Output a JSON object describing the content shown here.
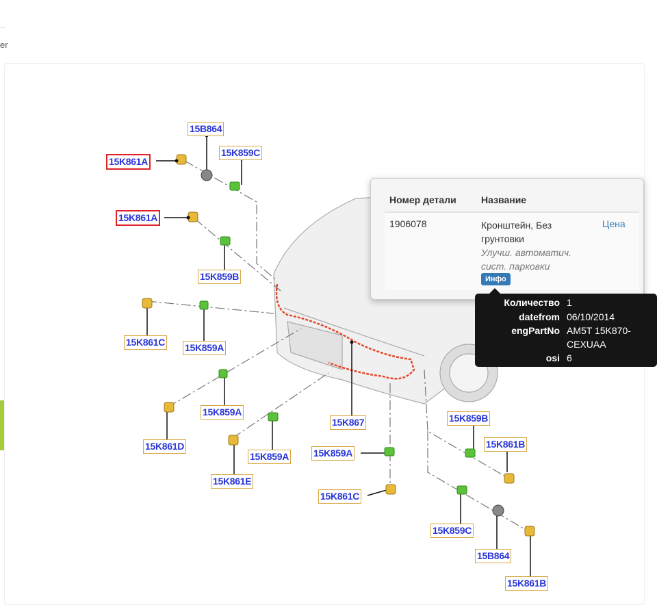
{
  "sidebar": {
    "partial_text": "er"
  },
  "diagram": {
    "labels": [
      "15B864",
      "15K859C",
      "15K861A",
      "15K861A",
      "15K859B",
      "15K861C",
      "15K859A",
      "15K859A",
      "15K861D",
      "15K867",
      "15K859A",
      "15K861E",
      "15K859A",
      "15K861C",
      "15K859B",
      "15K861B",
      "15K859C",
      "15B864",
      "15K861B"
    ]
  },
  "popover": {
    "col_part_number": "Номер детали",
    "col_name": "Название",
    "part_number": "1906078",
    "name_line1": "Кронштейн, Без",
    "name_line2": "грунтовки",
    "note_line1": "Улучш. автоматич.",
    "note_line2": "сист. парковки",
    "info_button": "Инфо",
    "price_link": "Цена"
  },
  "tooltip": {
    "qty_key": "Количество",
    "qty_val": "1",
    "datefrom_key": "datefrom",
    "datefrom_val": "06/10/2014",
    "eng_key": "engPartNo",
    "eng_val1": "AM5T 15K870-",
    "eng_val2": "CEXUAA",
    "osi_key": "osi",
    "osi_val": "6"
  },
  "colors": {
    "accent": "#337ab7",
    "label_text": "#2a36d8",
    "label_border": "#d8a640",
    "highlight": "#e0222a",
    "sidebar_green": "#a4cc3c"
  }
}
